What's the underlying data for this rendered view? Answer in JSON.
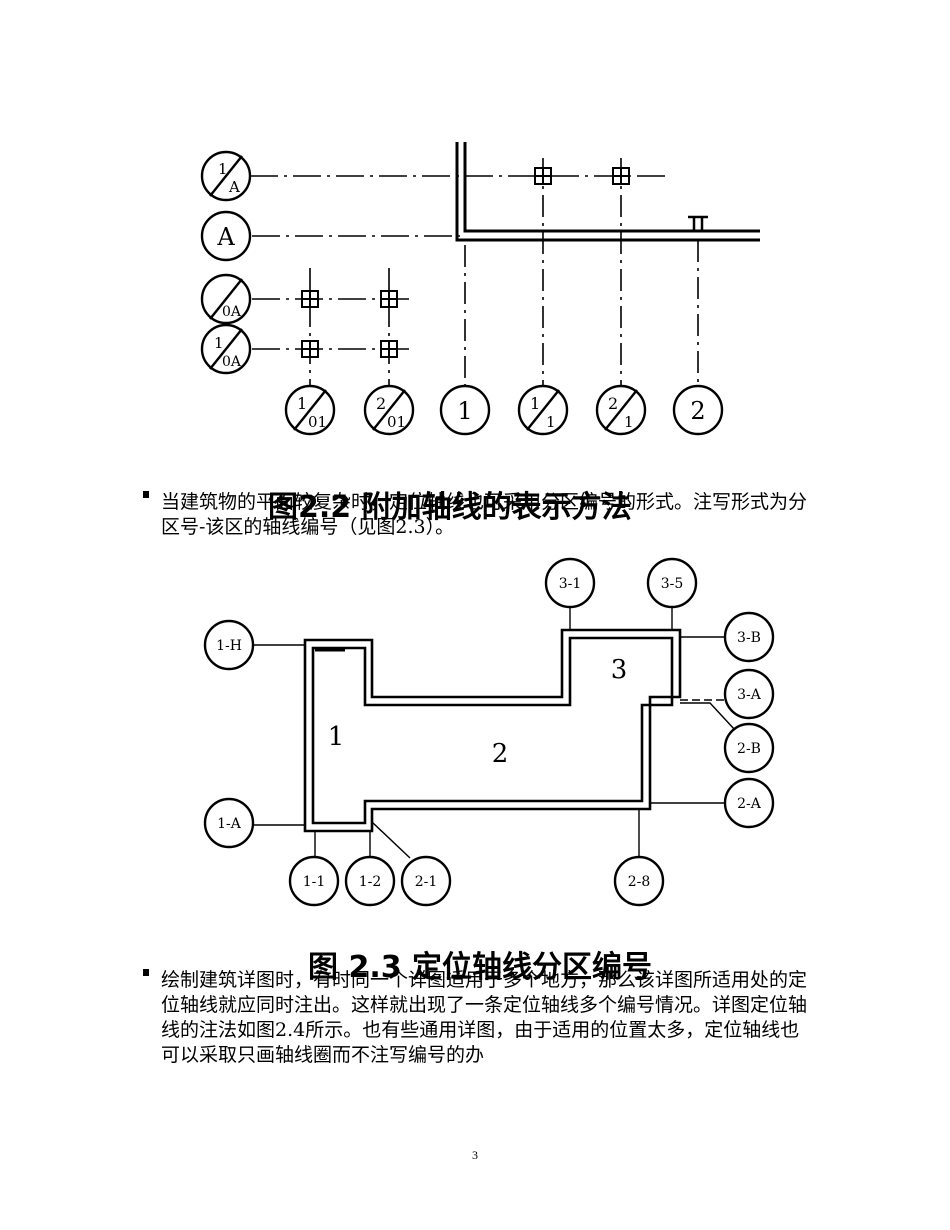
{
  "figure_2_2": {
    "caption": "图2.2  附加轴线的表示方法",
    "bubbles": {
      "row_1A": {
        "num": "1",
        "den": "A"
      },
      "row_A": "A",
      "row_0A": {
        "den": "0A"
      },
      "row_1_0A": {
        "num": "1",
        "den": "0A"
      },
      "col_1_01": {
        "num": "1",
        "den": "01"
      },
      "col_2_01": {
        "num": "2",
        "den": "01"
      },
      "col_1": "1",
      "col_1_1": {
        "num": "1",
        "den": "1"
      },
      "col_2_1": {
        "num": "2",
        "den": "1"
      },
      "col_2": "2"
    }
  },
  "paragraph_1": "当建筑物的平面较复杂时，定位轴线也可采用分区编号的形式。注写形式为分区号-该区的轴线编号（见图2.3）。",
  "figure_2_3": {
    "caption": "图 2.3   定位轴线分区编号",
    "zones": [
      "1",
      "2",
      "3"
    ],
    "bubbles": {
      "top_3_1": "3-1",
      "top_3_5": "3-5",
      "left_1_H": "1-H",
      "left_1_A": "1-A",
      "right_3_B": "3-B",
      "right_3_A": "3-A",
      "right_2_B": "2-B",
      "right_2_A": "2-A",
      "bottom_1_1": "1-1",
      "bottom_1_2": "1-2",
      "bottom_2_1": "2-1",
      "bottom_2_8": "2-8"
    }
  },
  "paragraph_2": "绘制建筑详图时，有时同一个详图适用于多个地方，那么该详图所适用处的定位轴线就应同时注出。这样就出现了一条定位轴线多个编号情况。详图定位轴线的注法如图2.4所示。也有些通用详图，由于适用的位置太多，定位轴线也可以采取只画轴线圈而不注写编号的办",
  "page_number": "3"
}
